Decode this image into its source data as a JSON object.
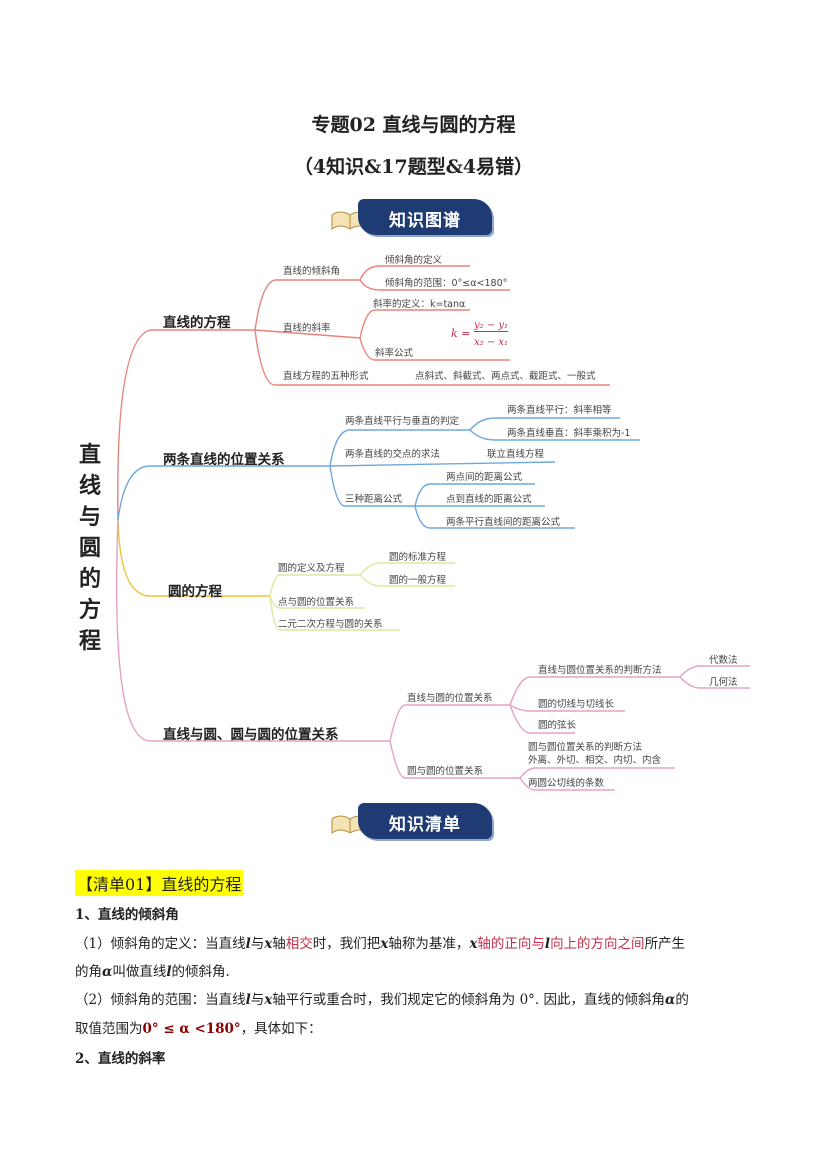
{
  "title": {
    "line1": "专题02  直线与圆的方程",
    "line2": "（4知识&17题型&4易错）"
  },
  "banners": {
    "map": "知识图谱",
    "list": "知识清单"
  },
  "mindmap": {
    "root": "直线与圆的方程",
    "b1": {
      "label": "直线的方程",
      "s1": "直线的倾斜角",
      "l1": "倾斜角的定义",
      "l2": "倾斜角的范围：0°≤α<180°",
      "s2": "直线的斜率",
      "l3": "斜率的定义：k=tanα",
      "formula_k": "k =",
      "formula_num": "y₂ − y₁",
      "formula_den": "x₂ − x₁",
      "l4": "斜率公式",
      "s3": "直线方程的五种形式",
      "l5": "点斜式、斜截式、两点式、截距式、一般式"
    },
    "b2": {
      "label": "两条直线的位置关系",
      "s1": "两条直线平行与垂直的判定",
      "l1": "两条直线平行：斜率相等",
      "l2": "两条直线垂直：斜率乘积为-1",
      "s2": "两条直线的交点的求法",
      "l3": "联立直线方程",
      "s3": "三种距离公式",
      "l4": "两点间的距离公式",
      "l5": "点到直线的距离公式",
      "l6": "两条平行直线间的距离公式"
    },
    "b3": {
      "label": "圆的方程",
      "s1": "圆的定义及方程",
      "l1": "圆的标准方程",
      "l2": "圆的一般方程",
      "s2": "点与圆的位置关系",
      "s3": "二元二次方程与圆的关系"
    },
    "b4": {
      "label": "直线与圆、圆与圆的位置关系",
      "s1": "直线与圆的位置关系",
      "l1": "直线与圆位置关系的判断方法",
      "l1a": "代数法",
      "l1b": "几何法",
      "l2": "圆的切线与切线长",
      "l3": "圆的弦长",
      "s2": "圆与圆的位置关系",
      "l4": "圆与圆位置关系的判断方法",
      "l4b": "外离、外切、相交、内切、内含",
      "l5": "两圆公切线的条数"
    }
  },
  "content": {
    "section": "【清单01】直线的方程",
    "h1": "1、直线的倾斜角",
    "p1": {
      "a": "（1）倾斜角的定义：当直线",
      "l": "l",
      "b": "与",
      "x": "x",
      "c": "轴",
      "d": "相交",
      "e": "时，我们把",
      "f": "轴称为基准，",
      "g": "轴的正向与",
      "h": "向上的方向之间",
      "i": "所产生",
      "j": "的角",
      "alpha": "α",
      "k": "叫做直线",
      "m": "的倾斜角."
    },
    "p2": {
      "a": "（2）倾斜角的范围：当直线",
      "b": "与",
      "c": "轴平行或重合时，我们规定它的倾斜角为 0°. 因此，直线的倾斜角",
      "d": "的",
      "e": "取值范围为",
      "range": "0° ≤ α <180°",
      "f": "，具体如下："
    },
    "h2": "2、直线的斜率"
  },
  "colors": {
    "b1": "#e8837b",
    "b2": "#6fa8dc",
    "b3": "#f1c232",
    "b4": "#e6a0c4",
    "banner": "#1f3b73",
    "highlight": "#ffff00"
  }
}
